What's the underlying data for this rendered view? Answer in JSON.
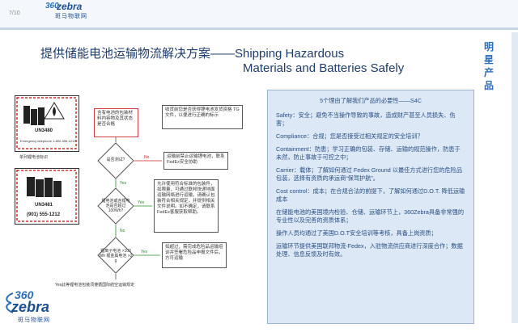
{
  "header": {
    "page_number": "7/10",
    "logo_number": "360",
    "logo_word": "zebra",
    "logo_cn": "斑马物联网"
  },
  "title": {
    "line1": "提供储能电池运输物流解决方案——Shipping Hazardous",
    "line2": "Materials and Batteries Safely"
  },
  "side_label": "明星产品",
  "diagram": {
    "hazard1_code": "UN3480",
    "hazard1_phone": "Emergency telephone 1-800-555-1212",
    "hazard1_caption": "单列锂电池标识",
    "hazard2_code": "UN3481",
    "hazard2_phone": "(901) 555-1212",
    "box_top": "含有电池的包装材料内容物及其状态是否合格",
    "box_top_right": "收货前您是否获得锂电池发货资格 TG 文件，以便进行正确的标示",
    "decision1": "是否测试?",
    "decision1_no": "No",
    "decision1_yes": "Yes",
    "box_mid_right": "运输前禁止运输锂电池，联系FedEx安全协助",
    "decision2": "锂电池或含锂电池是否超过100Wh?",
    "decision2_yes": "Yes",
    "decision2_no": "No",
    "box_large": "允许使用符合标准的包装件，如限量，可通过联邦快递地面运输网络进行运输，请确认包装符合相关规定，并提供相关文件说明。如不确定，请联系FedEx客服获取帮助。",
    "decision3": "锂离子电池 >100 Wh 锂金属电池 >2 g",
    "decision3_yes": "Yes",
    "box_bottom_right": "如超过，需完成危险品运输培训并签署危险品申报文件后，方可运输",
    "bottom_caption": "Yes此等锂电池包装须遵循国际航空运输规定"
  },
  "info": {
    "heading": "5个理由了解我们产品的必要性——S4C",
    "items": [
      "Safety：安全；避免不当操作导致的事故，造成财产甚至人员损失、伤害；",
      "Compliance：合规；您是否接受过相关规定的安全培训？",
      "Containment：防患；学习正确的包装、存储、运输的规范操作，防患于未然，防止事故于可控之中；",
      "Carrier：载体；了解如何通过 Fedex Ground 以最佳方式进行您的危险品包装，选择有资质的承运商“保驾护航”。",
      "Cost control：成本；在合规合法的前提下，了解如何通过D.O.T. 降低运输成本",
      "在储能电池的美国境内检验、仓储、运输环节上，360Zebra具备非常强的专业性以及完善的资质体系；",
      "操作人员均通过了美国D.O.T安全培训等考核，具备上岗资质；",
      "运输环节提供美国联邦物流-Fedex，入驻物流供应商进行深度合作；数据处理、信息反馈及时有效。"
    ]
  },
  "footer_logo": {
    "number": "360",
    "word": "zebra",
    "cn": "斑马物联网"
  },
  "colors": {
    "accent": "#2e6fb8",
    "title": "#1f3d6b",
    "panel": "#dce8f6"
  }
}
